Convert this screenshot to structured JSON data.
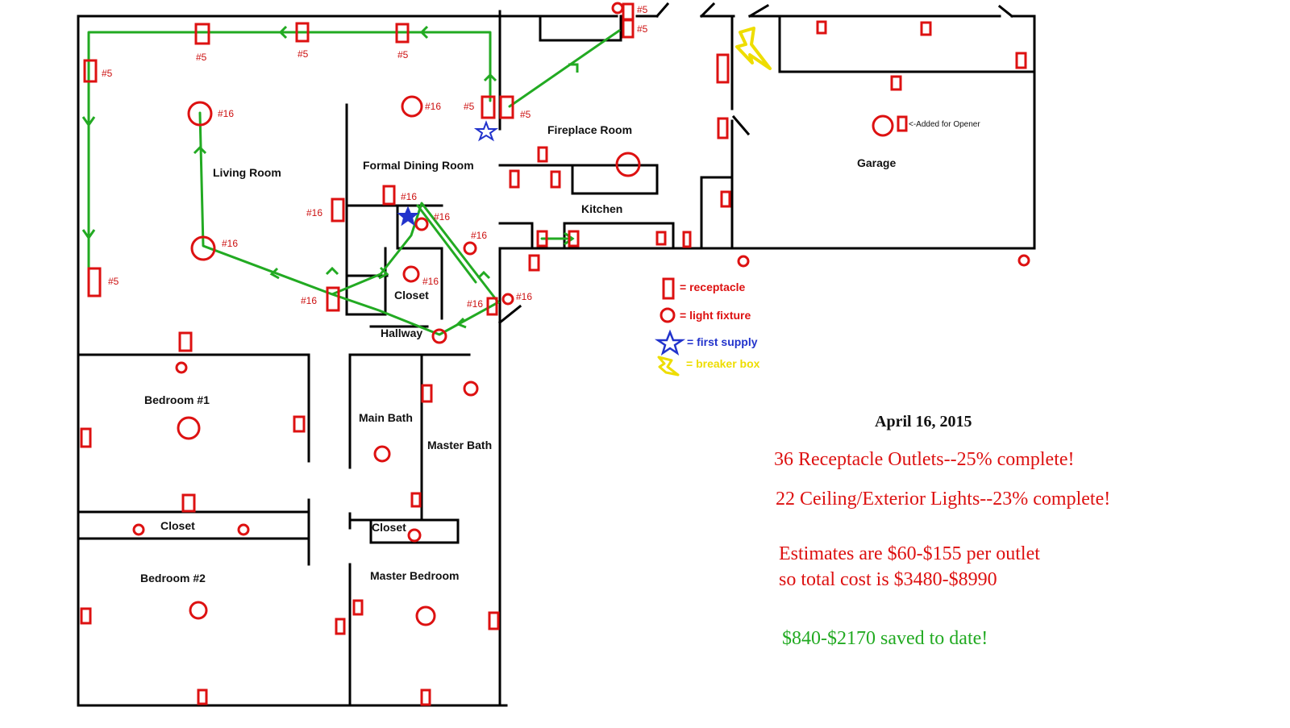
{
  "colors": {
    "wall": "#000000",
    "device": "#dd1111",
    "circuit": "#22aa22",
    "first_supply": "#2233cc",
    "breaker_box": "#eedd00"
  },
  "rooms": {
    "living_room": "Living Room",
    "formal_dining_room": "Formal Dining Room",
    "fireplace_room": "Fireplace Room",
    "kitchen": "Kitchen",
    "garage": "Garage",
    "closet_center": "Closet",
    "hallway": "Hallway",
    "bedroom_1": "Bedroom #1",
    "closet_bedrooms": "Closet",
    "bedroom_2": "Bedroom #2",
    "main_bath": "Main Bath",
    "master_bath": "Master Bath",
    "closet_master": "Closet",
    "master_bedroom": "Master Bedroom"
  },
  "circuit_labels": {
    "c5": "#5",
    "c16": "#16"
  },
  "notes": {
    "garage_opener": "<-Added for Opener"
  },
  "legend": {
    "receptacle": "= receptacle",
    "light_fixture": "= light fixture",
    "first_supply": "= first supply",
    "breaker_box": "= breaker box"
  },
  "info": {
    "date": "April 16, 2015",
    "receptacles": "36 Receptacle Outlets--25% complete!",
    "lights": "22 Ceiling/Exterior Lights--23% complete!",
    "estimate_line1": "Estimates are $60-$155 per outlet",
    "estimate_line2": "so total cost is $3480-$8990",
    "saved": "$840-$2170 saved to date!"
  }
}
